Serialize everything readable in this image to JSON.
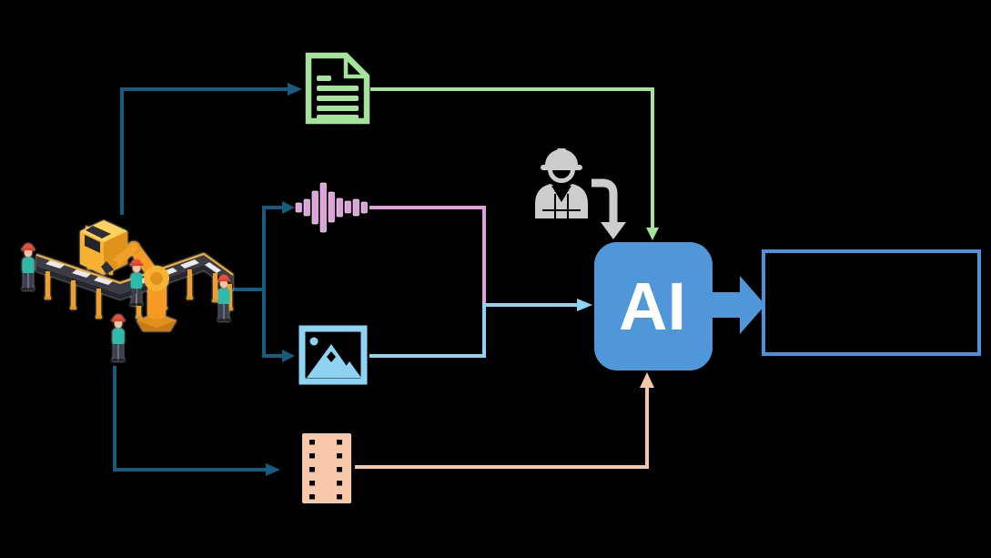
{
  "diagram": {
    "background_color": "#000000",
    "connector_color": "#175C7E",
    "source_node": {
      "icon": "factory-illustration",
      "description": "Isometric smart factory with conveyor belts, robotic arms and workers"
    },
    "modalities": [
      {
        "name": "document",
        "icon": "document-icon",
        "color": "#A5E29B"
      },
      {
        "name": "audio",
        "icon": "audio-waveform-icon",
        "color": "#DFA0DC"
      },
      {
        "name": "image",
        "icon": "image-icon",
        "color": "#8FD3F3"
      },
      {
        "name": "video",
        "icon": "film-strip-icon",
        "color": "#F6C8A9"
      }
    ],
    "human_node": {
      "icon": "engineer-icon",
      "color": "#CDCDCD"
    },
    "ai_node": {
      "label": "AI",
      "fill_color": "#4F97D9",
      "text_color": "#FFFFFF"
    },
    "output_node": {
      "border_color": "#4B92DB"
    },
    "output_arrow_color": "#4F97D9",
    "connections": [
      {
        "from": "factory",
        "to": "document-icon"
      },
      {
        "from": "factory",
        "to": "audio-waveform-icon"
      },
      {
        "from": "factory",
        "to": "image-icon"
      },
      {
        "from": "factory",
        "to": "film-strip-icon"
      },
      {
        "from": "document-icon",
        "to": "ai-node"
      },
      {
        "from": "audio-waveform-icon",
        "to": "ai-node"
      },
      {
        "from": "image-icon",
        "to": "ai-node"
      },
      {
        "from": "film-strip-icon",
        "to": "ai-node"
      },
      {
        "from": "engineer-icon",
        "to": "ai-node"
      },
      {
        "from": "ai-node",
        "to": "output-box"
      }
    ]
  }
}
